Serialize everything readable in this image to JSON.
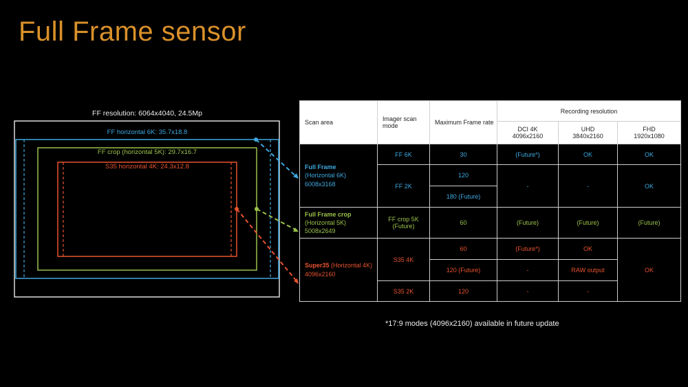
{
  "title": "Full Frame sensor",
  "diagram": {
    "caption": "FF resolution: 6064x4040, 24.5Mp",
    "ff6k_label": "FF horizontal 6K: 35.7x18.8",
    "ffcrop_label": "FF crop (horizontal 5K): 29.7x16.7",
    "s35_label": "S35 horizontal 4K: 24.3x12.8"
  },
  "colors": {
    "blue": "#3fa9e0",
    "green": "#9bc34a",
    "red": "#e8532f",
    "title": "#d9902a"
  },
  "table": {
    "headers": {
      "scan_area": "Scan area",
      "scan_mode": "Imager scan mode",
      "max_fps": "Maximum Frame rate",
      "recording": "Recording resolution",
      "dci": "DCI 4K",
      "dci_res": "4096x2160",
      "uhd": "UHD",
      "uhd_res": "3840x2160",
      "fhd": "FHD",
      "fhd_res": "1920x1080"
    },
    "ff": {
      "name": "Full Frame",
      "sub": "(Horizontal 6K)",
      "res": "6008x3168",
      "mode1": "FF 6K",
      "fps1": "30",
      "dci1": "(Future*)",
      "uhd1": "OK",
      "fhd1": "OK",
      "mode2": "FF 2K",
      "fps2a": "120",
      "fps2b": "180 (Future)",
      "dci2": "-",
      "uhd2": "-",
      "fhd2": "OK"
    },
    "ffcrop": {
      "name": "Full Frame crop",
      "sub": "(Horizontal 5K)",
      "res": "5008x2649",
      "mode": "FF crop 5K (Future)",
      "fps": "60",
      "dci": "(Future)",
      "uhd": "(Future)",
      "fhd": "(Future)"
    },
    "s35": {
      "name": "Super35",
      "sub": "(Horizontal 4K)",
      "res": "4096x2160",
      "mode1": "S35 4K",
      "fps1a": "60",
      "dci1a": "(Future*)",
      "uhd1a": "OK",
      "fps1b": "120 (Future)",
      "dci1b": "-",
      "uhd1b": "RAW output",
      "fhd1": "OK",
      "mode2": "S35 2K",
      "fps2": "120",
      "dci2": "-",
      "uhd2": "-"
    }
  },
  "footnote": "*17:9 modes (4096x2160) available in future update"
}
